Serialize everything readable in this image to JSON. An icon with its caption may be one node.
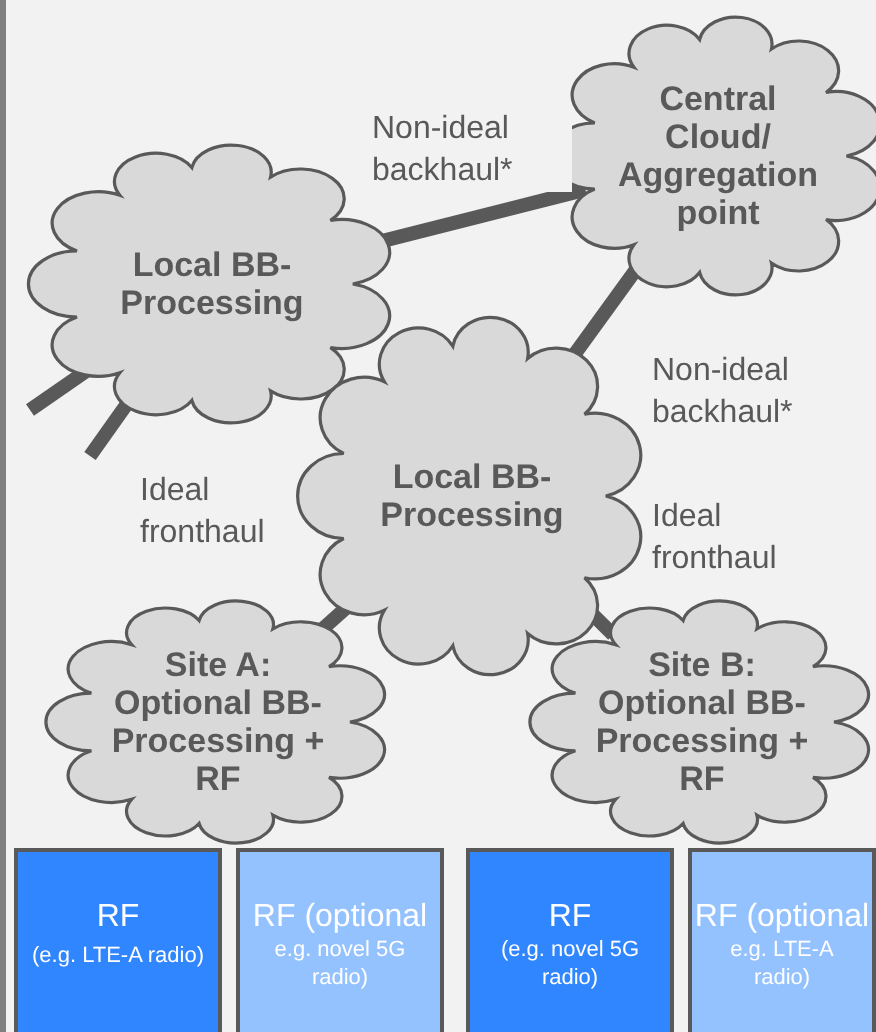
{
  "diagram": {
    "nodes": [
      {
        "text": [
          "Central Cloud/ Aggregation point"
        ]
      },
      {
        "text": [
          "Local BB-Processing"
        ]
      },
      {
        "text": [
          "Local BB-Processing"
        ]
      },
      {
        "text": [
          "Site A: Optional BB-Processing + RF"
        ]
      },
      {
        "text": [
          "Site B: Optional BB-Processing + RF"
        ]
      },
      {
        "text": [
          "RF",
          "(e.g. LTE-A radio)"
        ]
      },
      {
        "text": [
          "RF (optional",
          "e.g. novel 5G radio)"
        ]
      },
      {
        "text": [
          "RF",
          "(e.g. novel 5G radio)"
        ]
      },
      {
        "text": [
          "RF (optional",
          "e.g. LTE-A radio)"
        ]
      }
    ],
    "edges": [
      {
        "from": 1,
        "to": 0,
        "arrow": "none",
        "label": "Non-ideal backhaul*"
      },
      {
        "from": 2,
        "to": 0,
        "arrow": "none",
        "label": "Non-ideal backhaul*"
      },
      {
        "from": 1,
        "to": null,
        "arrow": "none"
      },
      {
        "from": 1,
        "to": null,
        "arrow": "none"
      },
      {
        "from": 2,
        "to": 3,
        "arrow": "none",
        "label": "Ideal fronthaul"
      },
      {
        "from": 2,
        "to": 4,
        "arrow": "none",
        "label": "Ideal fronthaul"
      }
    ]
  }
}
